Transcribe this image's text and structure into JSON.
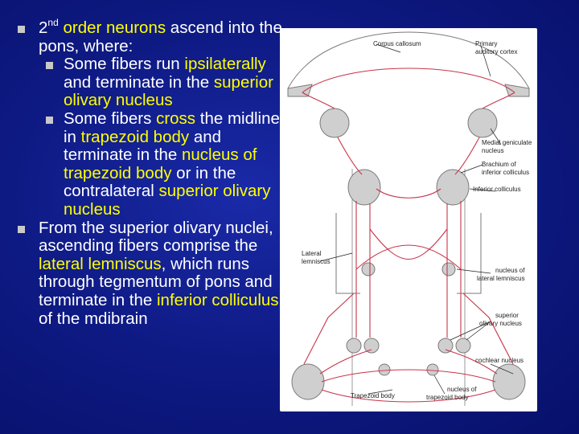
{
  "slide": {
    "bullet1": {
      "prefix": "2",
      "sup": "nd",
      "part1": " order neurons",
      "part2": " ascend into the pons, where:"
    },
    "sub1": {
      "t1": "Some fibers run ",
      "h1": "ipsilaterally",
      "t2": " and terminate in the ",
      "h2": "superior olivary nucleus",
      "t3": ""
    },
    "sub2": {
      "t1": "Some fibers ",
      "h1": "cross",
      "t2": " the midline in ",
      "h2": "trapezoid body",
      "t3": " and terminate in the ",
      "h3": "nucleus of trapezoid body",
      "t4": " or in the contralateral ",
      "h4": "superior olivary nucleus"
    },
    "bullet2": {
      "t1": "From the superior olivary nuclei, ascending fibers comprise the ",
      "h1": "lateral lemniscus",
      "t2": ", which runs through tegmentum of pons and terminate in the ",
      "h2": "inferior colliculus",
      "t3": " of the mdibrain"
    }
  },
  "diagram": {
    "labels": {
      "corpus_callosum": "Corpus callosum",
      "primary_auditory_1": "Primary",
      "primary_auditory_2": "auditory cortex",
      "medial_geniculate_1": "Medial geniculate",
      "medial_geniculate_2": "nucleus",
      "brachium_1": "Brachium of",
      "brachium_2": "inferior colliculus",
      "inferior_colliculus": "Inferior colliculus",
      "lateral_lemniscus_1": "Lateral",
      "lateral_lemniscus_2": "lemniscus",
      "nucleus_ll_1": "nucleus of",
      "nucleus_ll_2": "lateral lemniscus",
      "superior_olivary_1": "superior",
      "superior_olivary_2": "olivary nucleus",
      "cochlear_nucleus": "cochlear nucleus",
      "nucleus_tb_1": "nucleus of",
      "nucleus_tb_2": "trapezoid body",
      "trapezoid_body": "Trapezoid body"
    },
    "colors": {
      "pathway": "#c8344a",
      "structure_fill": "#cfcfcf",
      "outline": "#7a7a7a"
    }
  }
}
